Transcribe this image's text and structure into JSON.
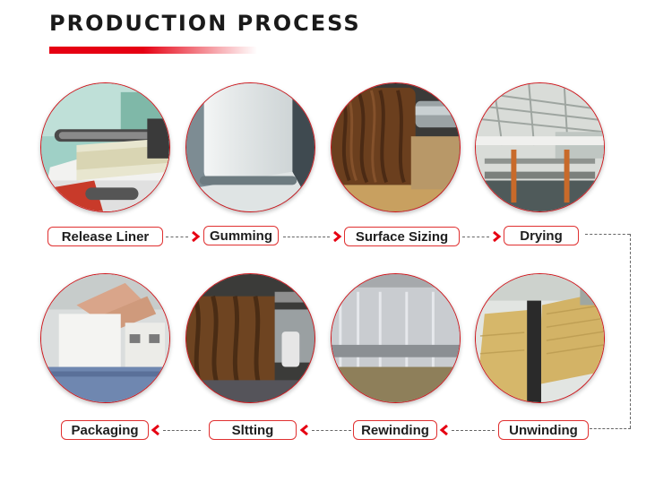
{
  "header": {
    "title": "PRODUCTION PROCESS"
  },
  "steps": [
    {
      "label": "Release Liner"
    },
    {
      "label": "Gumming"
    },
    {
      "label": "Surface Sizing"
    },
    {
      "label": "Drying"
    },
    {
      "label": "Unwinding"
    },
    {
      "label": "Rewinding"
    },
    {
      "label": "Sltting"
    },
    {
      "label": "Packaging"
    }
  ],
  "icons": {
    "forward": "chevron-right-icon",
    "back": "chevron-left-icon"
  },
  "colors": {
    "accent": "#e60012",
    "border": "#d0141a",
    "text": "#1e1e1e"
  }
}
